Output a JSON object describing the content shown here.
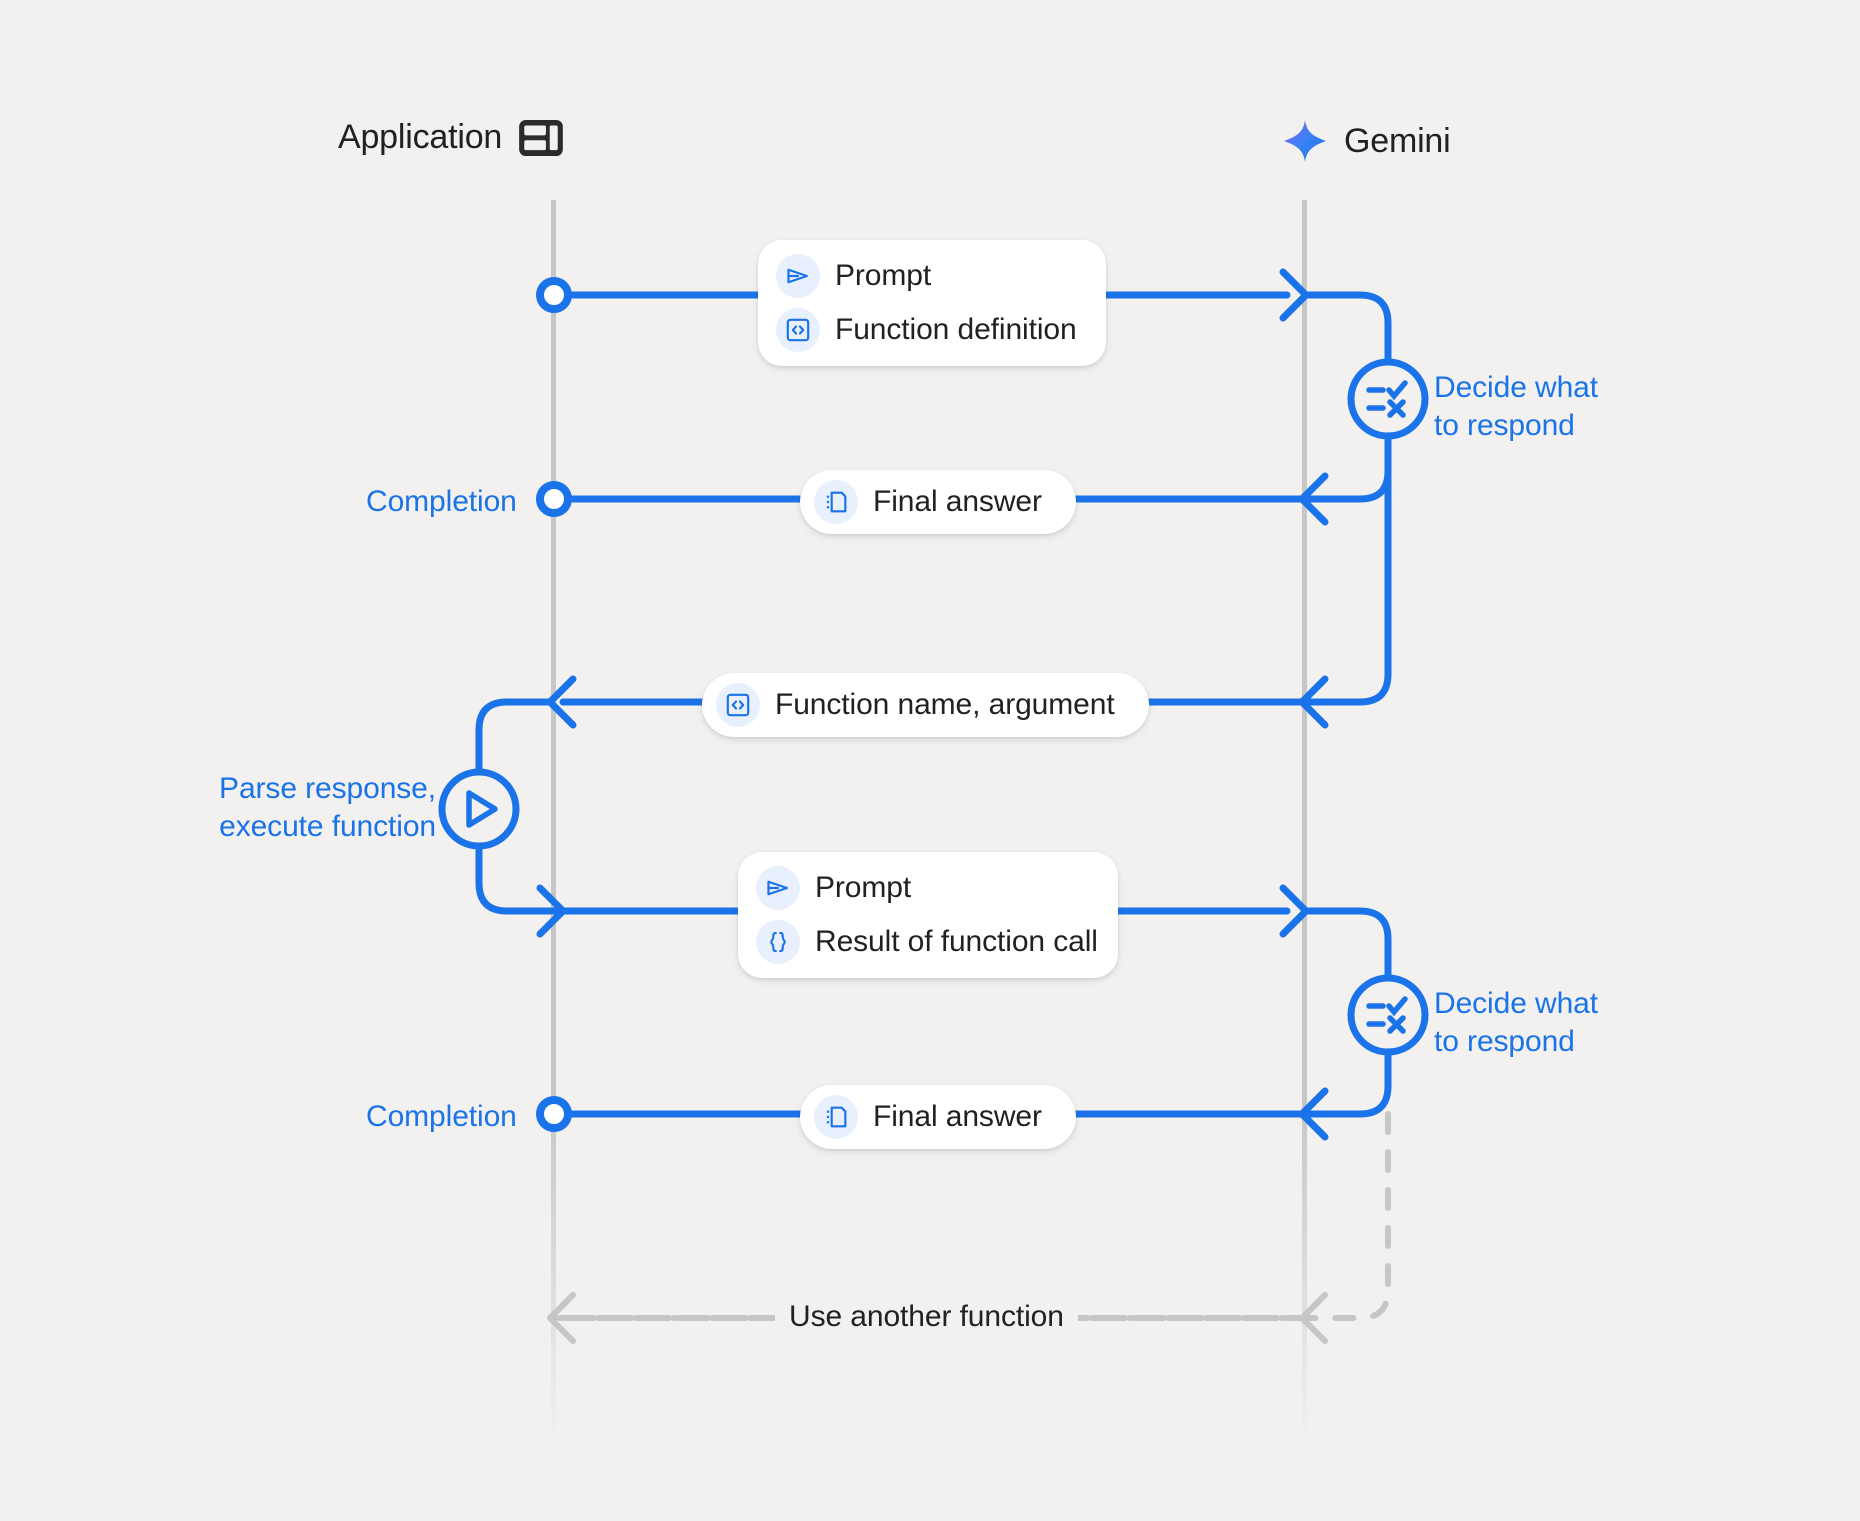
{
  "background_color": "#f2f1ef",
  "accent_blue": "#1a73e8",
  "chip_blue_bg": "#e8f0fe",
  "lifeline_gray": "#c4c7c5",
  "text_dark": "#202124",
  "columns": {
    "application": {
      "title": "Application",
      "icon": "dashboard-layout-icon"
    },
    "gemini": {
      "title": "Gemini",
      "icon": "gemini-sparkle-icon"
    }
  },
  "messages": [
    {
      "id": "prompt-function-definition",
      "direction": "app-to-gemini",
      "rows": [
        {
          "icon": "send-icon",
          "label": "Prompt"
        },
        {
          "icon": "code-brackets-icon",
          "label": "Function definition"
        }
      ]
    },
    {
      "id": "final-answer-1",
      "direction": "gemini-to-app",
      "rows": [
        {
          "icon": "article-icon",
          "label": "Final answer"
        }
      ]
    },
    {
      "id": "function-name-argument",
      "direction": "gemini-to-app",
      "rows": [
        {
          "icon": "code-brackets-icon",
          "label": "Function name,  argument"
        }
      ]
    },
    {
      "id": "prompt-result-of-function-call",
      "direction": "app-to-gemini",
      "rows": [
        {
          "icon": "send-icon",
          "label": "Prompt"
        },
        {
          "icon": "curly-braces-icon",
          "label": "Result of function call"
        }
      ]
    },
    {
      "id": "final-answer-2",
      "direction": "gemini-to-app",
      "rows": [
        {
          "icon": "article-icon",
          "label": "Final answer"
        }
      ]
    }
  ],
  "annotations": {
    "decide_1": "Decide what\nto respond",
    "decide_2": "Decide what\nto respond",
    "parse_execute": "Parse response,\nexecute function",
    "completion_1": "Completion",
    "completion_2": "Completion",
    "loop_back": "Use another function"
  },
  "nodes": [
    {
      "id": "app-origin-1",
      "type": "hollow-circle-node",
      "lane": "application"
    },
    {
      "id": "decide-node-1",
      "type": "checklist-circle-node",
      "lane": "gemini"
    },
    {
      "id": "completion-node-1",
      "type": "hollow-circle-node",
      "lane": "application"
    },
    {
      "id": "parse-execute-node",
      "type": "play-circle-node",
      "lane": "application-left"
    },
    {
      "id": "decide-node-2",
      "type": "checklist-circle-node",
      "lane": "gemini"
    },
    {
      "id": "completion-node-2",
      "type": "hollow-circle-node",
      "lane": "application"
    }
  ]
}
